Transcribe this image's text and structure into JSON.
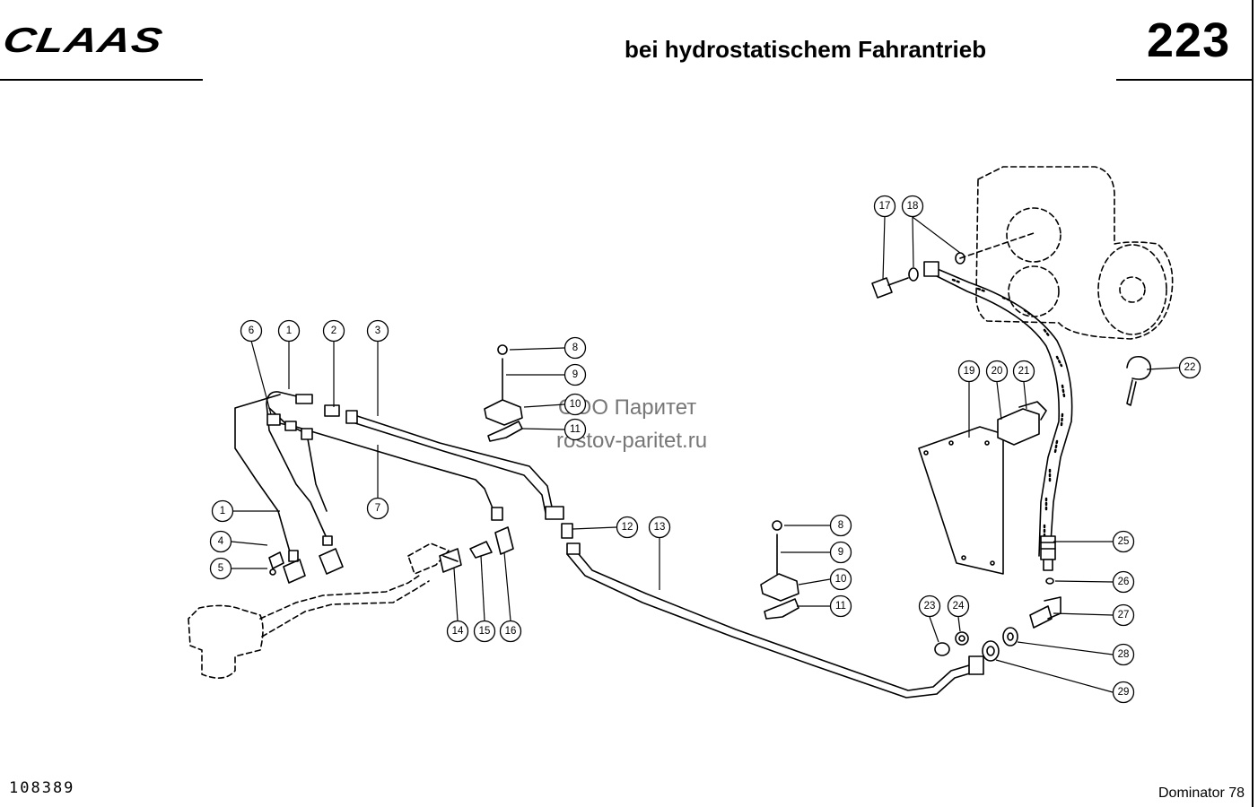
{
  "header": {
    "logo": "CLAAS",
    "subtitle": "bei hydrostatischem Fahrantrieb",
    "page_number": "223"
  },
  "footer": {
    "doc_number": "108389",
    "model": "Dominator 78"
  },
  "watermark": {
    "line1": "ООО Паритет",
    "line2": "rostov-paritet.ru"
  },
  "callouts": [
    "6",
    "1",
    "2",
    "3",
    "7",
    "1",
    "4",
    "5",
    "8",
    "9",
    "10",
    "11",
    "12",
    "13",
    "14",
    "15",
    "16",
    "8",
    "9",
    "10",
    "11",
    "17",
    "18",
    "19",
    "20",
    "21",
    "22",
    "25",
    "26",
    "27",
    "28",
    "29",
    "23",
    "24"
  ]
}
